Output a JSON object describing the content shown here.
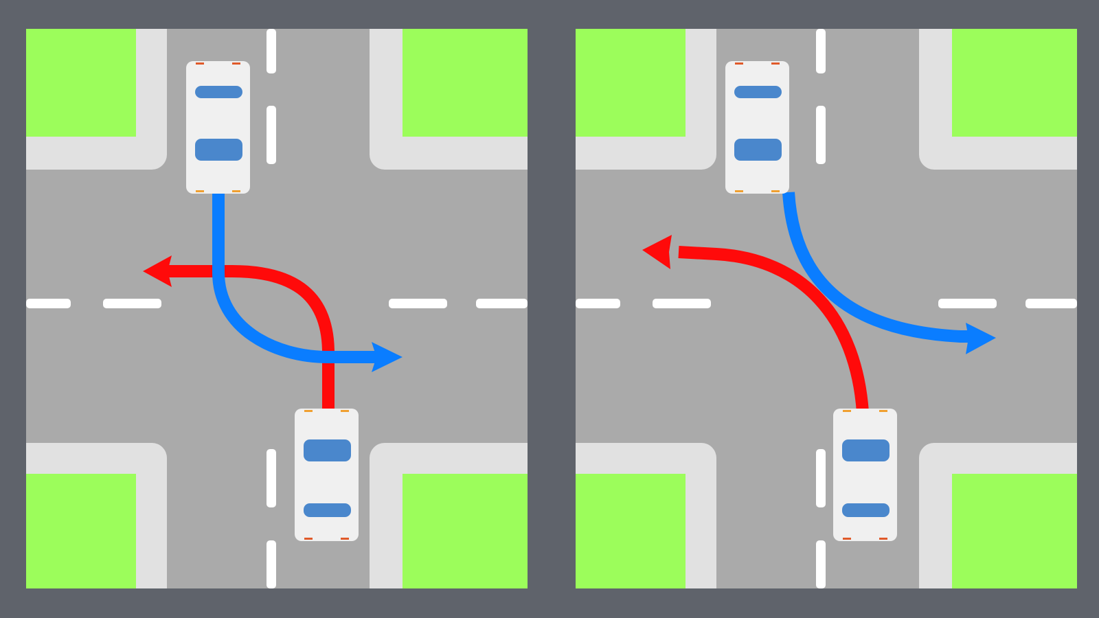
{
  "colors": {
    "frame": "#5f636b",
    "road": "#aaaaaa",
    "sidewalk": "#e1e1e1",
    "grass": "#9cfd5b",
    "lane_marking": "#ffffff",
    "car_body": "#f0f0f0",
    "car_window": "#4a87cc",
    "car_light_rear": "#e05a2a",
    "car_light_front": "#f0a030",
    "path_blue": "#0a7dff",
    "path_red": "#ff0a0a"
  },
  "panels": [
    {
      "id": "intersecting-turns",
      "cars": [
        {
          "id": "car-northbound-top",
          "path": "blue",
          "turn": "left"
        },
        {
          "id": "car-southbound-bottom",
          "path": "red",
          "turn": "left"
        }
      ],
      "paths_cross": true
    },
    {
      "id": "non-intersecting-turns",
      "cars": [
        {
          "id": "car-northbound-top",
          "path": "blue",
          "turn": "left"
        },
        {
          "id": "car-southbound-bottom",
          "path": "red",
          "turn": "left"
        }
      ],
      "paths_cross": false
    }
  ]
}
